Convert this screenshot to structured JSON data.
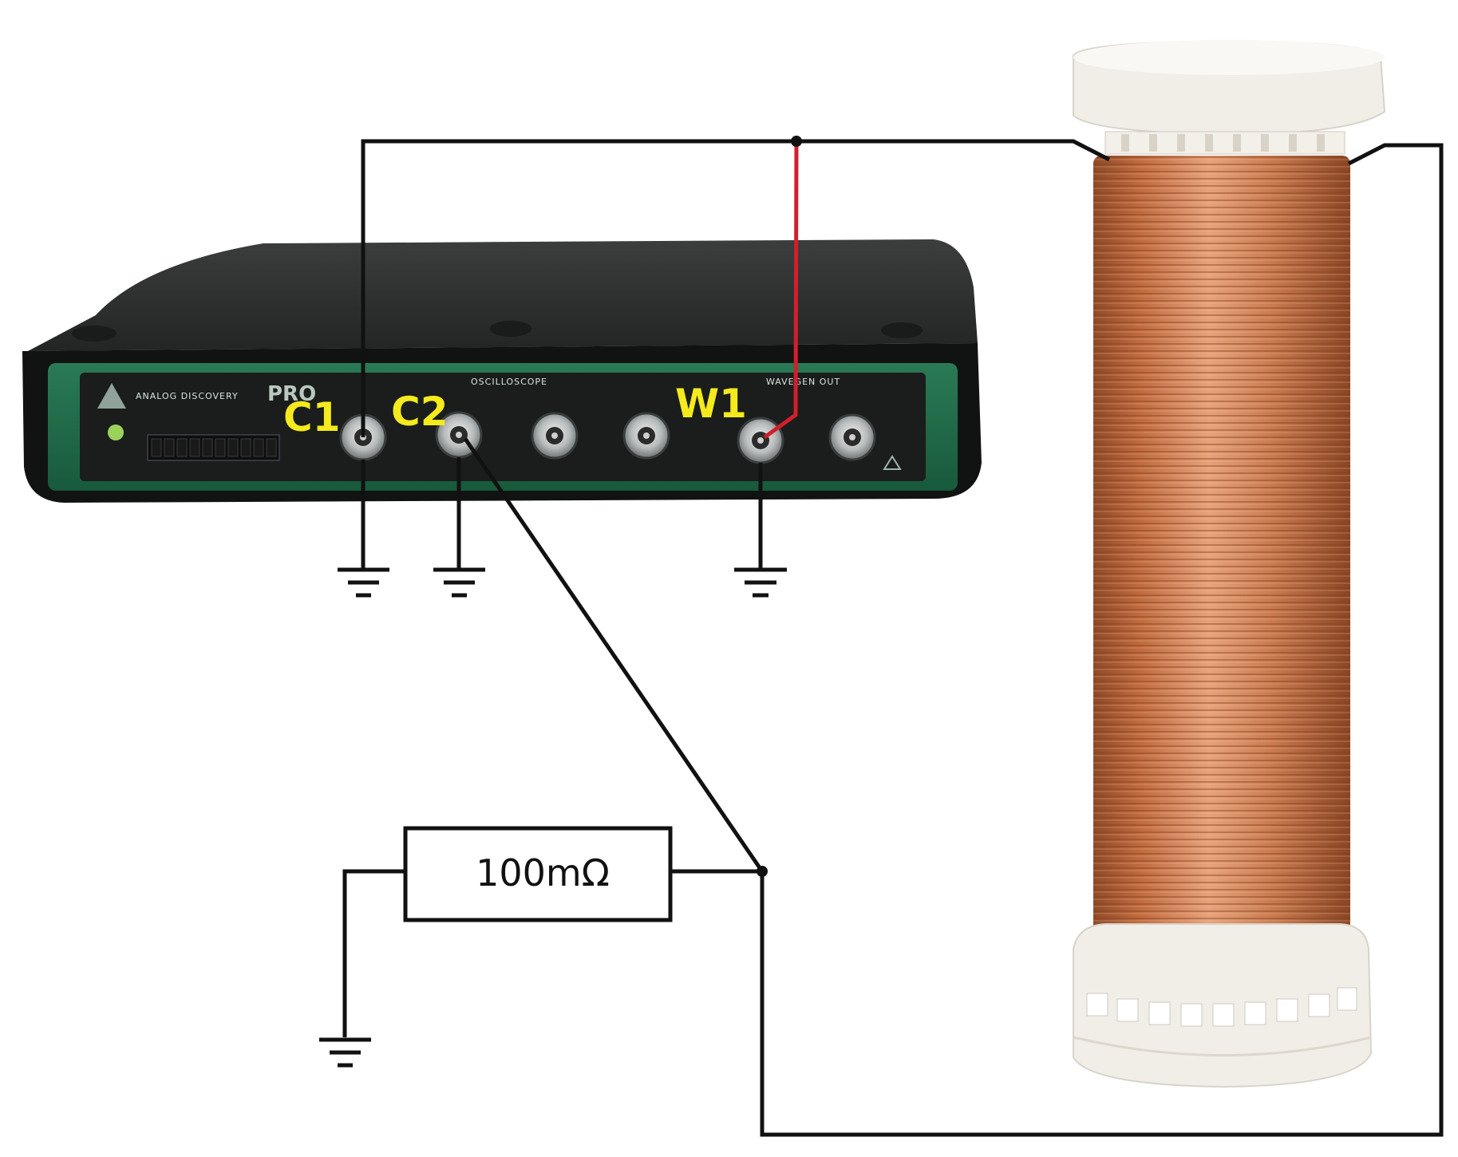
{
  "diagram": {
    "ports": [
      {
        "id": "C1",
        "label": "C1"
      },
      {
        "id": "C2",
        "label": "C2"
      },
      {
        "id": "W1",
        "label": "W1"
      }
    ],
    "resistor": {
      "label": "100mΩ"
    },
    "device": {
      "brand_text": "ANALOG DISCOVERY",
      "model_text": "PRO",
      "section_scope": "OSCILLOSCOPE",
      "section_wavegen": "WAVEGEN OUT"
    },
    "colors": {
      "wire": "#111111",
      "signal_wire": "#d21f2b",
      "label": "#f4ea1c",
      "device_body": "#2b2e2d",
      "device_panel": "#1f6b4a",
      "coil_copper": "#c8764a",
      "coil_former": "#efebe3"
    }
  }
}
